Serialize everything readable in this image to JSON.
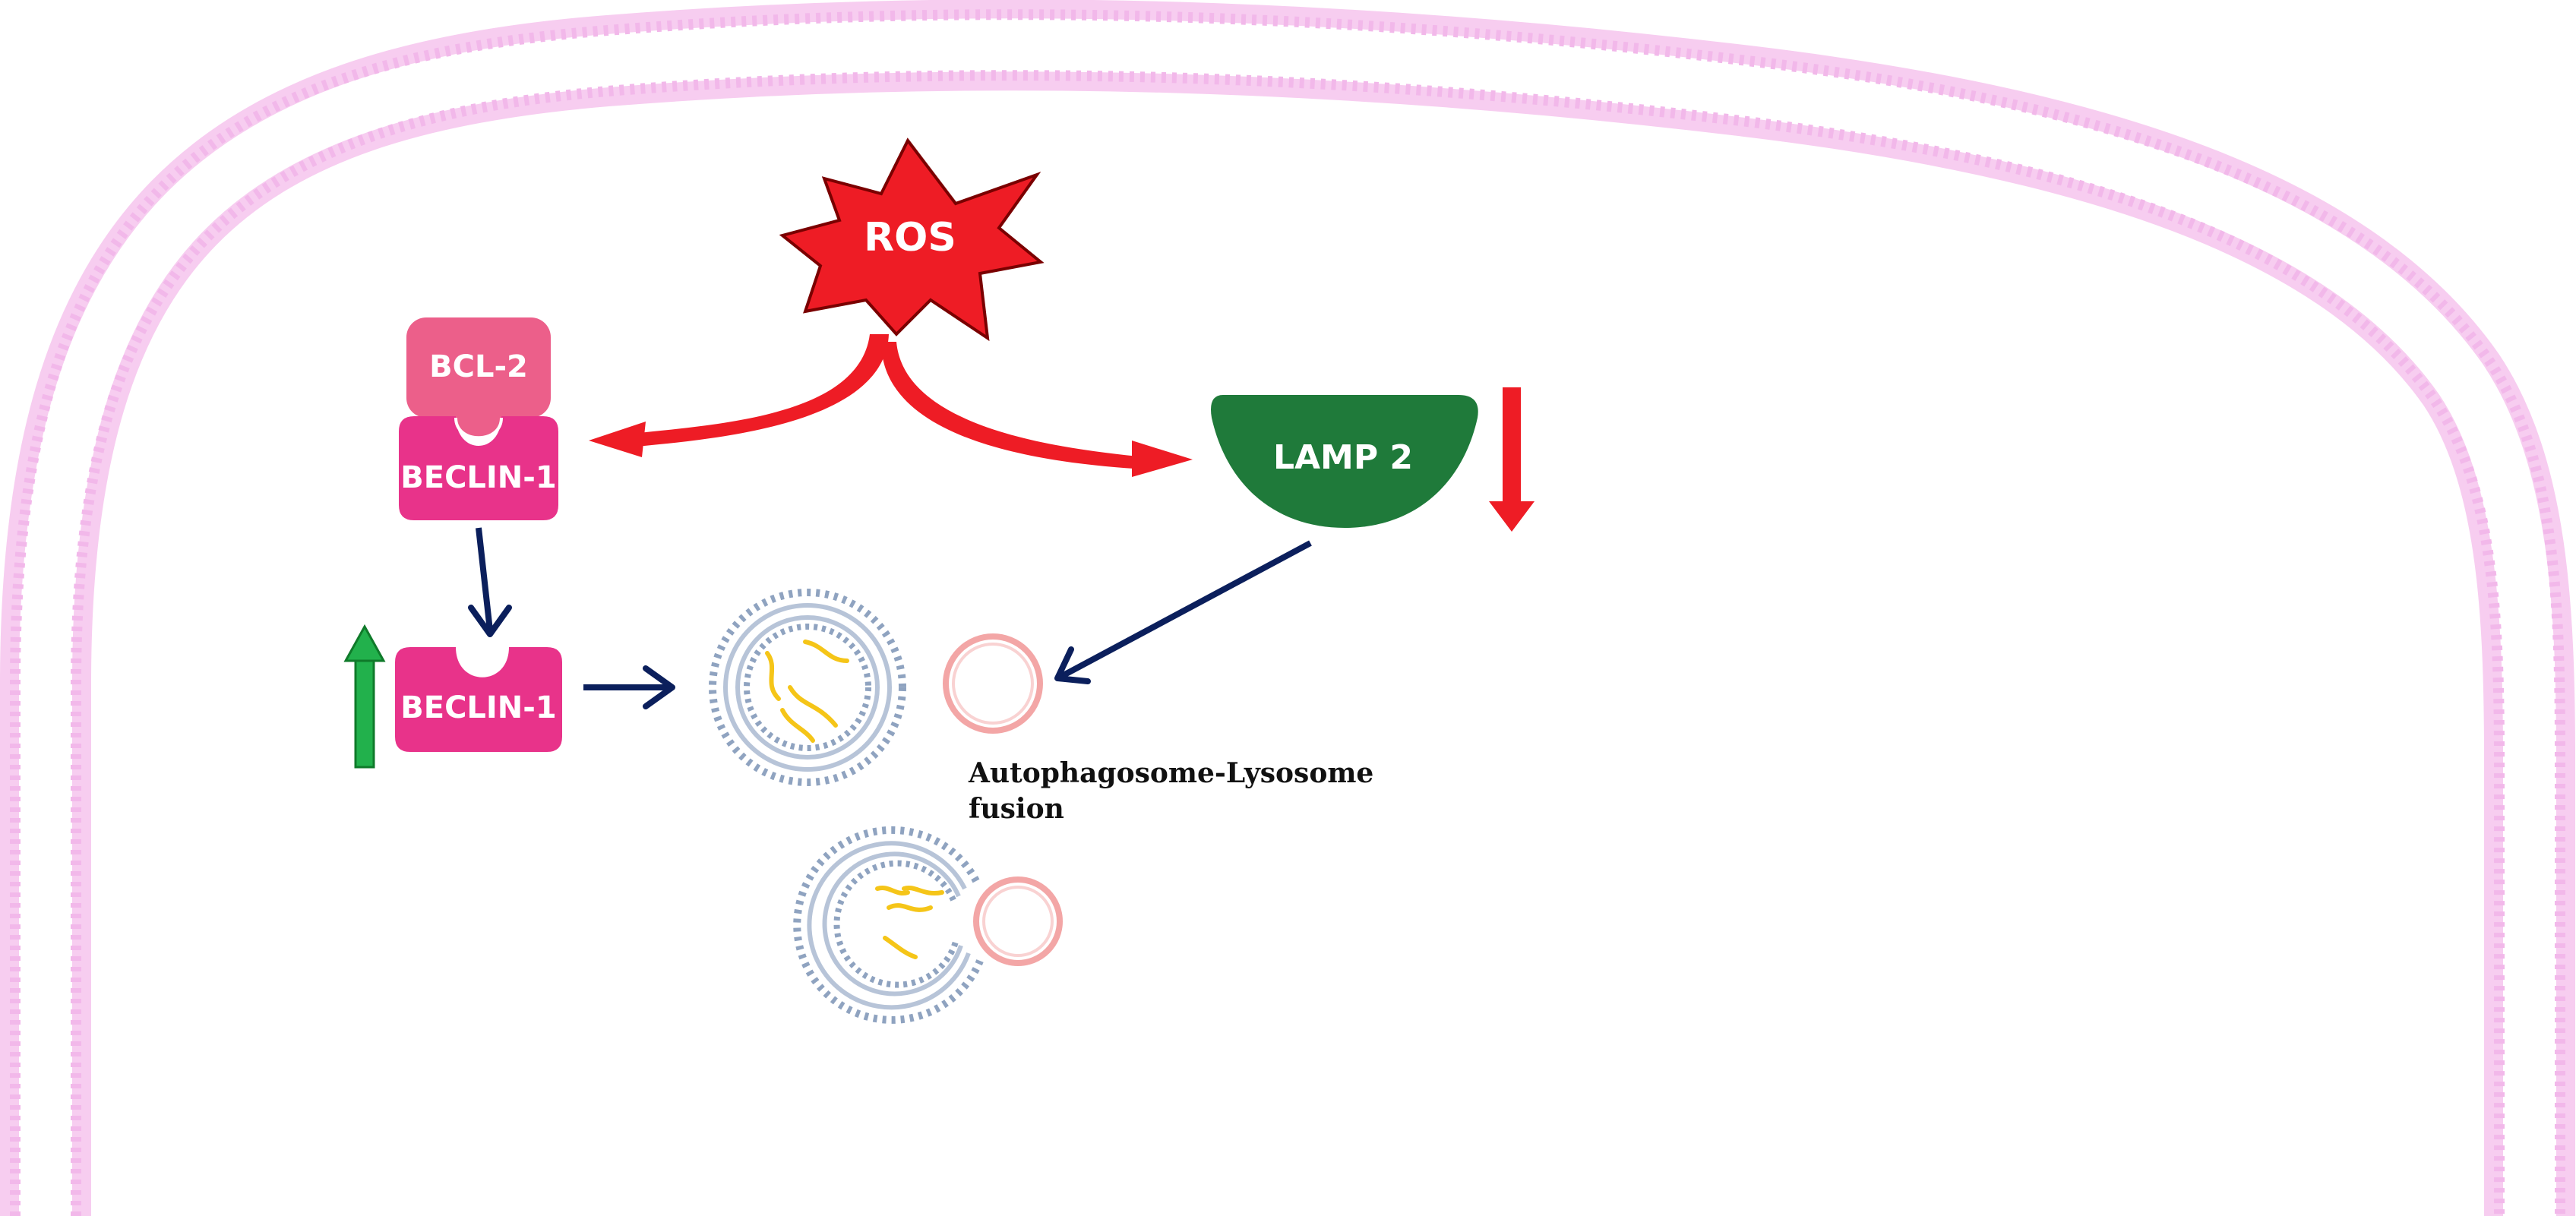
{
  "labels": {
    "ros": "ROS",
    "bcl2": "BCL-2",
    "beclin_bound": "BECLIN-1",
    "beclin_free": "BECLIN-1",
    "lamp2": "LAMP 2",
    "fusion_line1": "Autophagosome-Lysosome",
    "fusion_line2": "fusion"
  },
  "colors": {
    "membrane": "#f2b8ea",
    "ros_fill": "#ee1c25",
    "ros_stroke": "#7a0000",
    "bcl2_fill": "#ec5f8a",
    "beclin_fill": "#e8338a",
    "lamp2_fill": "#1f7a3a",
    "red_arrow": "#ee1c25",
    "navy_arrow": "#0b1f5c",
    "green_up_arrow": "#22b14c",
    "autophagosome_membrane": "#8fa3c0",
    "lysosome_membrane": "#f3a6a6",
    "cargo": "#f5c518"
  },
  "indicators": {
    "beclin_free": "up",
    "lamp2": "down"
  },
  "icons": {
    "ros": "starburst-icon",
    "increase": "up-arrow-icon",
    "decrease": "down-arrow-icon"
  }
}
